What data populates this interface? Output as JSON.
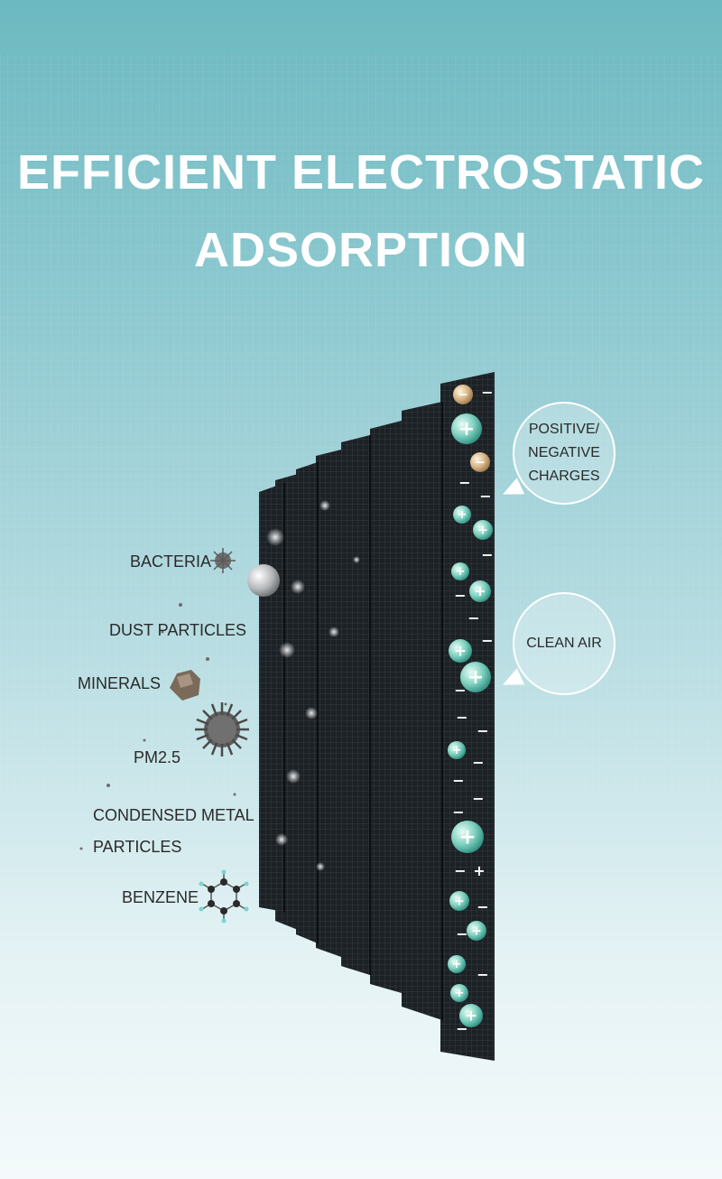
{
  "title": {
    "line1": "EFFICIENT ELECTROSTATIC",
    "line2": "ADSORPTION"
  },
  "callouts": {
    "charges": "POSITIVE/\nNEGATIVE\nCHARGES",
    "clean_air": "CLEAN AIR"
  },
  "pollutants": {
    "bacteria": "BACTERIA",
    "dust": "DUST PARTICLES",
    "minerals": "MINERALS",
    "pm25": "PM2.5",
    "metal_line1": "CONDENSED METAL",
    "metal_line2": "PARTICLES",
    "benzene": "BENZENE"
  },
  "charge_symbols": {
    "plus": "+",
    "minus": "−"
  },
  "colors": {
    "negative_ion": "#d9b88a",
    "positive_ion": "#6fc7b6",
    "filter": "#1c2125"
  }
}
